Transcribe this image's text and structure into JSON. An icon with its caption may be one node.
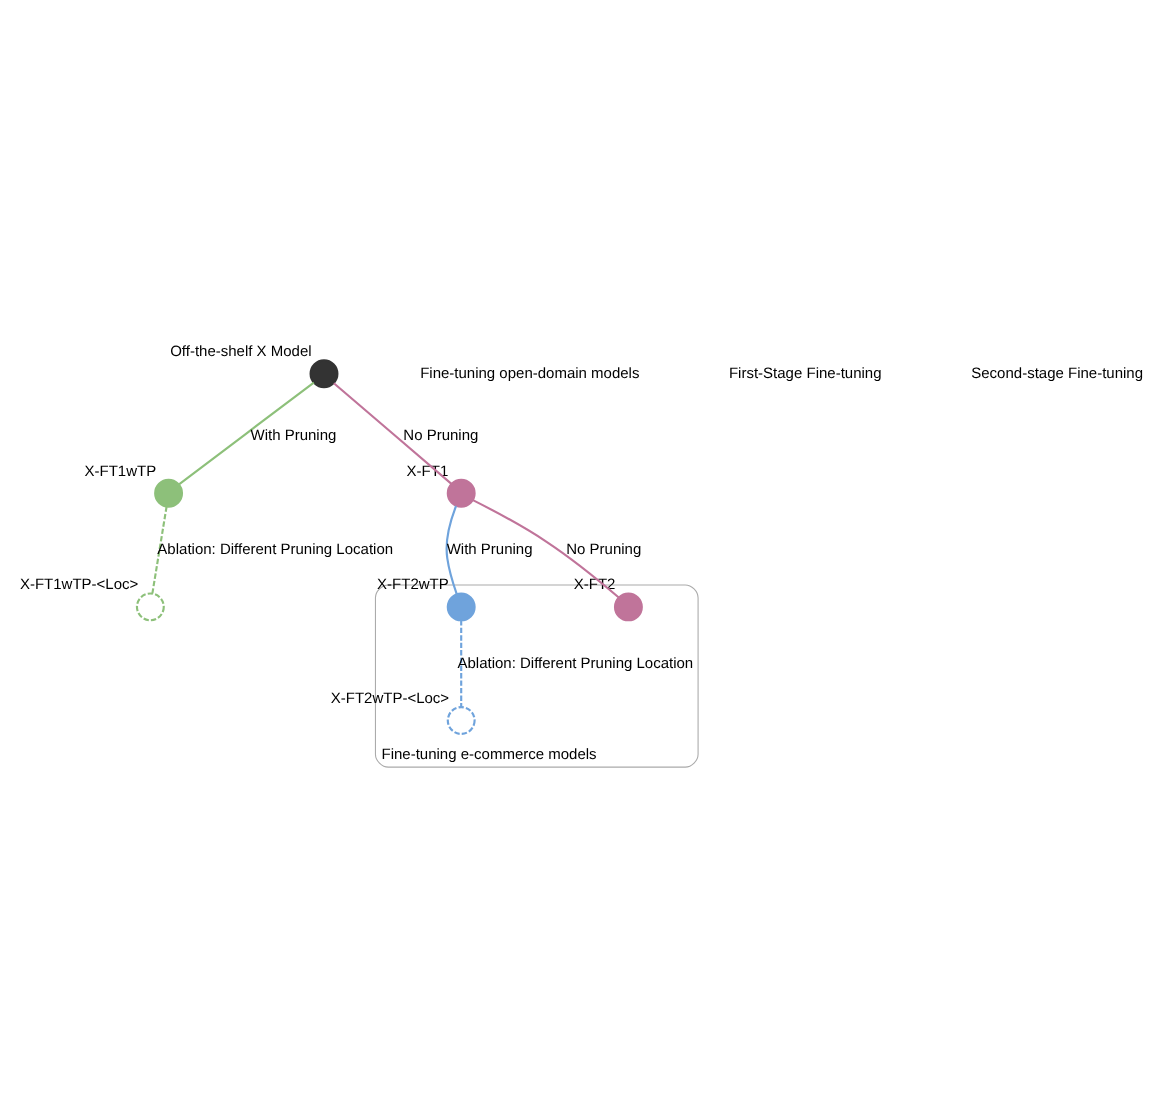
{
  "diagram": {
    "nodes": [
      {
        "text": [
          "Off-the-shelf X Model"
        ]
      },
      {
        "text": [
          "X-FT1wTP-<Loc>"
        ]
      },
      {
        "text": [
          "X-FT1wTP"
        ]
      },
      {
        "text": [
          "X-FT1"
        ]
      },
      {
        "text": [
          "Fine-tuning e-commerce models"
        ]
      },
      {
        "text": [
          "X-FT2wTP-<Loc>"
        ],
        "in": 4
      },
      {
        "text": [
          "X-FT2wTP"
        ],
        "in": 4
      },
      {
        "text": [
          "X-FT2"
        ],
        "in": 4
      }
    ],
    "edges": [
      {
        "from": 0,
        "to": 2,
        "arrow": "none",
        "label": "With Pruning",
        "color": "#8dc07a"
      },
      {
        "from": 0,
        "to": 3,
        "arrow": "none",
        "label": "No Pruning",
        "color": "#c0749a"
      },
      {
        "from": 2,
        "to": 1,
        "arrow": "none",
        "label": "Ablation: Different Pruning Location",
        "style": "dashed",
        "color": "#8dc07a"
      },
      {
        "from": 3,
        "to": 6,
        "arrow": "none",
        "label": "With Pruning",
        "color": "#6fa3dc"
      },
      {
        "from": 3,
        "to": 7,
        "arrow": "none",
        "label": "No Pruning",
        "color": "#c0749a"
      },
      {
        "from": 6,
        "to": 5,
        "arrow": "none",
        "label": "Ablation: Different Pruning Location",
        "style": "dashed",
        "color": "#6fa3dc"
      }
    ],
    "labels": [
      "Fine-tuning open-domain models",
      "First-Stage Fine-tuning",
      "Second-stage Fine-tuning"
    ]
  }
}
